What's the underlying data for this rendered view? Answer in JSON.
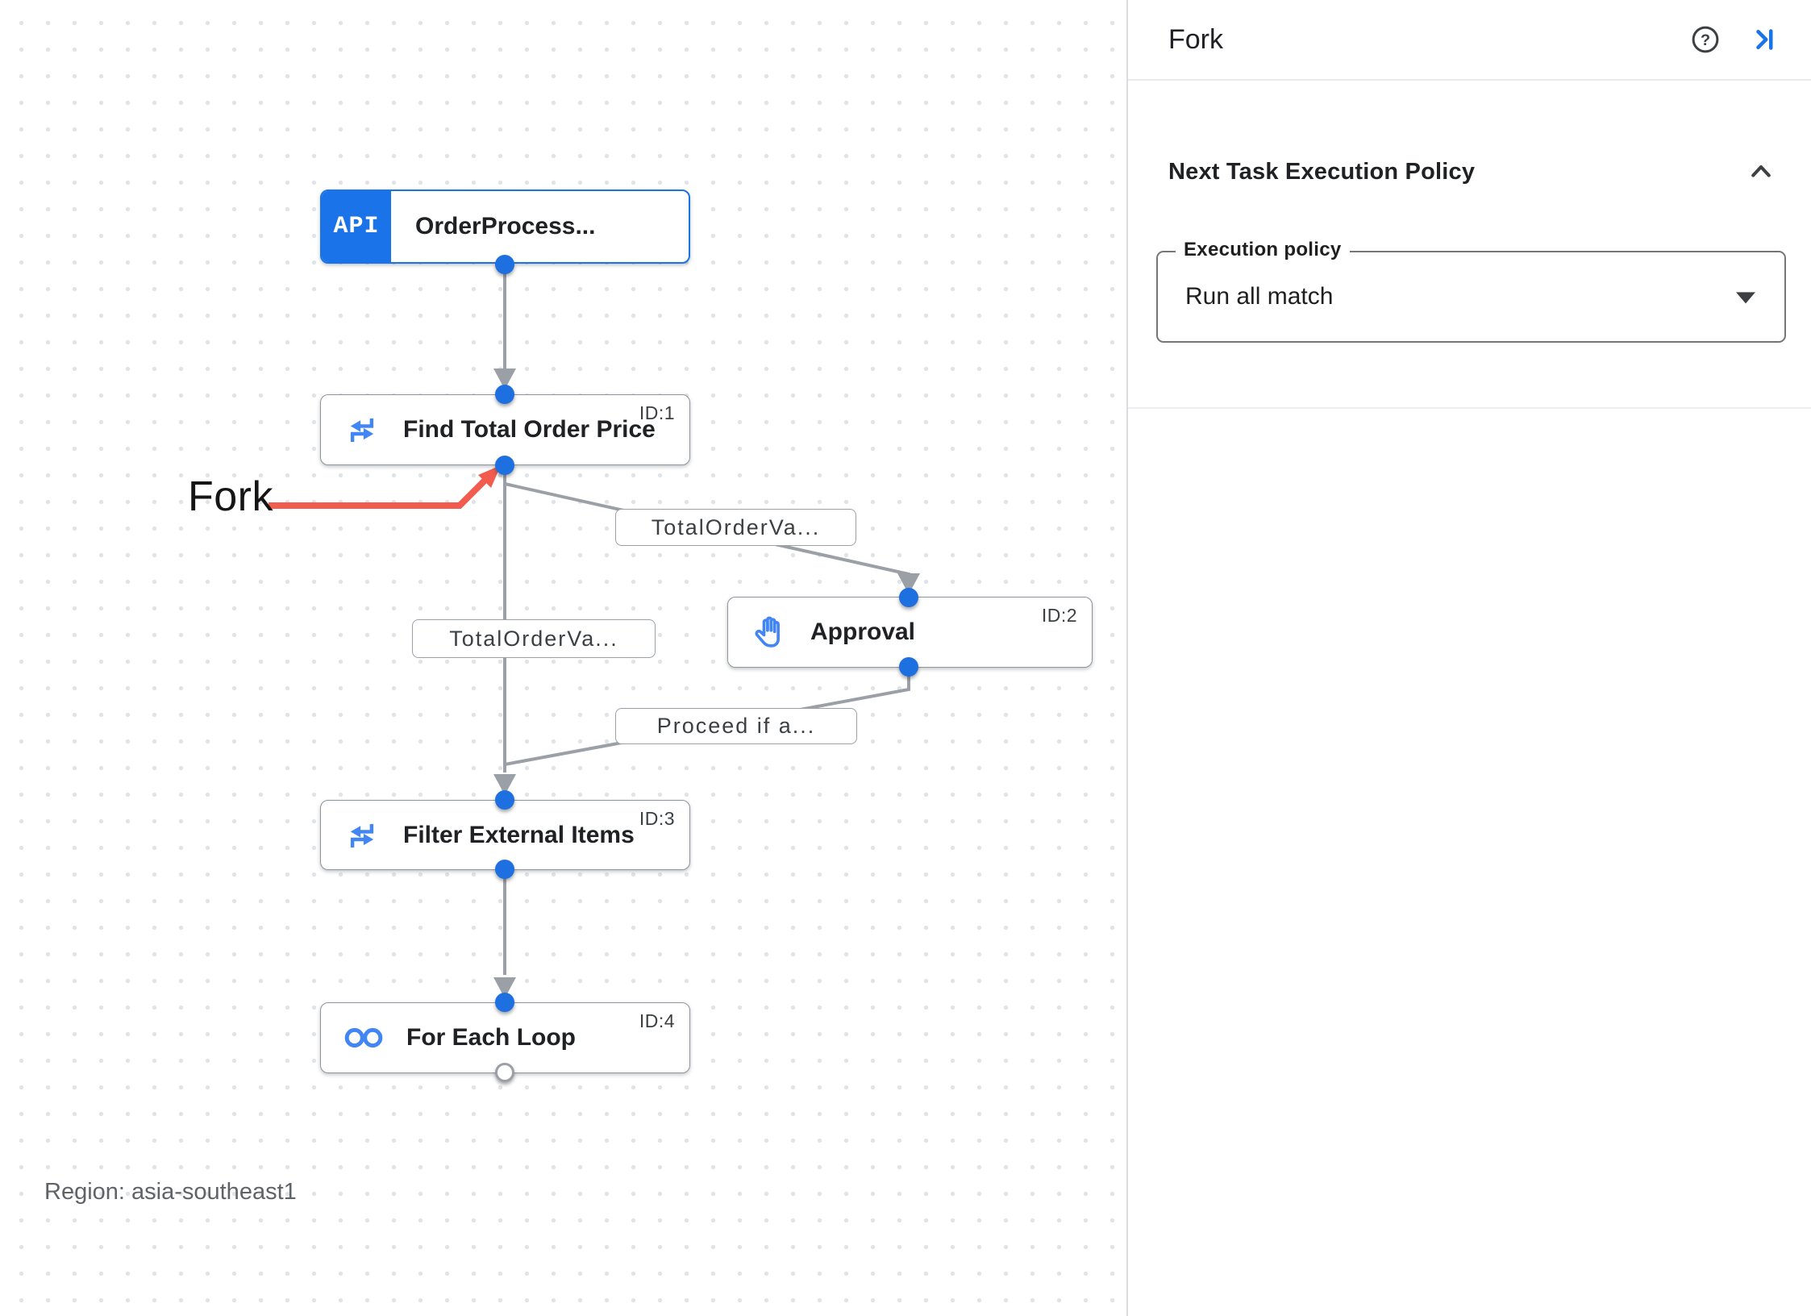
{
  "canvas": {
    "region_label": "Region: asia-southeast1",
    "annotation": {
      "label": "Fork",
      "arrow_color": "#f25c4f"
    },
    "nodes": [
      {
        "badge": "API",
        "title": "OrderProcess...",
        "id_label": "",
        "icon": "api-trigger-icon",
        "type": "api-trigger"
      },
      {
        "title": "Find Total Order Price",
        "id_label": "ID:1",
        "icon": "data-mapping-icon",
        "type": "task"
      },
      {
        "title": "Approval",
        "id_label": "ID:2",
        "icon": "approval-hand-icon",
        "type": "task"
      },
      {
        "title": "Filter External Items",
        "id_label": "ID:3",
        "icon": "data-mapping-icon",
        "type": "task"
      },
      {
        "title": "For Each Loop",
        "id_label": "ID:4",
        "icon": "for-each-loop-icon",
        "type": "task"
      }
    ],
    "edge_labels": [
      {
        "text": "TotalOrderVa..."
      },
      {
        "text": "TotalOrderVa..."
      },
      {
        "text": "Proceed if a..."
      }
    ],
    "colors": {
      "node_accent_blue": "#1a73e8",
      "icon_blue": "#4285f4",
      "edge_gray": "#9aa0a6",
      "connector_dot_blue": "#1e6fe0",
      "annotation_red": "#f25c4f"
    }
  },
  "panel": {
    "title": "Fork",
    "icons": {
      "help": "help-icon",
      "collapse": "collapse-panel-icon"
    },
    "section": {
      "title": "Next Task Execution Policy",
      "collapse_icon": "chevron-up-icon",
      "field_label": "Execution policy",
      "field_value": "Run all match"
    }
  }
}
